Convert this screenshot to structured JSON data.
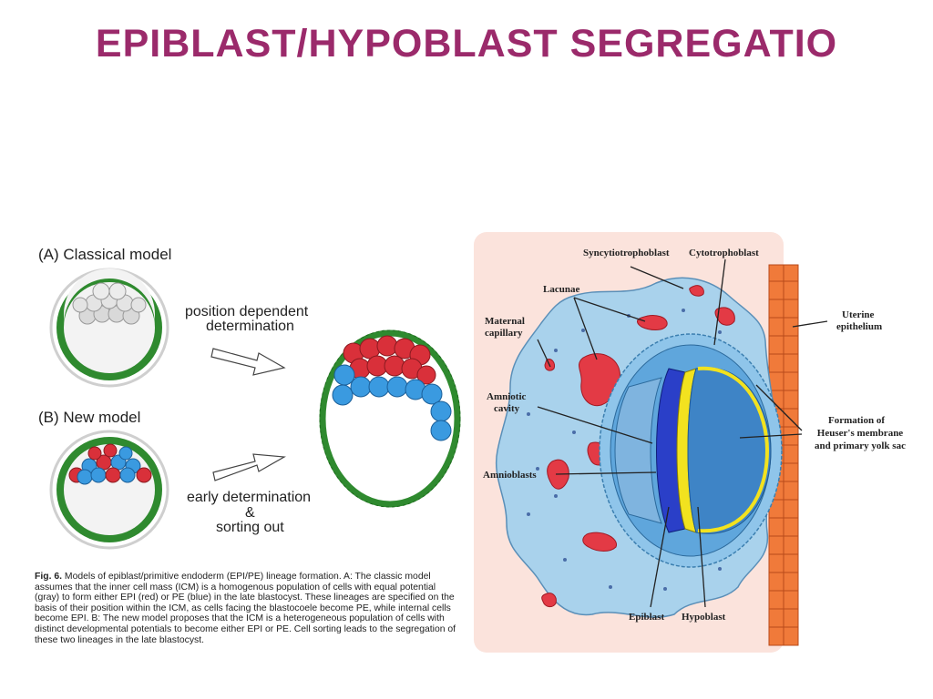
{
  "slide": {
    "title": "EPIBLAST/HYPOBLAST SEGREGATIO",
    "title_color": "#9b2a6b"
  },
  "left_figure": {
    "classical_label": "(A) Classical model",
    "new_label": "(B) New model",
    "position_dependent": "position dependent",
    "determination": "determination",
    "early_determination": "early determination",
    "ampersand": "&",
    "sorting_out": "sorting out",
    "caption_fig": "Fig. 6.",
    "caption_text": "Models of epiblast/primitive endoderm (EPI/PE) lineage formation. A: The classic model assumes that the inner cell mass (ICM) is a homogenous population of cells with equal potential (gray) to form either EPI (red) or PE (blue) in the late blastocyst. These lineages are specified on the basis of their position within the ICM, as cells facing the blastocoele become PE, while internal cells become EPI. B: The new model proposes that the ICM is a heterogeneous population of cells with distinct developmental potentials to become either EPI or PE. Cell sorting leads to the segregation of these two lineages in the late blastocyst.",
    "colors": {
      "epi": "#d9303a",
      "pe": "#3a9ae0",
      "icm": "#d9d9d9",
      "trophectoderm": "#2f8a2f"
    }
  },
  "right_figure": {
    "labels": {
      "syncytiotrophoblast": "Syncytiotrophoblast",
      "cytotrophoblast": "Cytotrophoblast",
      "lacunae": "Lacunae",
      "maternal": "Maternal",
      "capillary": "capillary",
      "amniotic": "Amniotic",
      "cavity": "cavity",
      "amnioblasts": "Amnioblasts",
      "uterine": "Uterine",
      "epithelium": "epithelium",
      "formation_of": "Formation of",
      "heusers_membrane": "Heuser's membrane",
      "primary_yolk_sac": "and primary yolk sac",
      "epiblast": "Epiblast",
      "hypoblast": "Hypoblast"
    },
    "colors": {
      "background": "#fbe3dc",
      "syncytium": "#a9d2ec",
      "lacunae": "#e33a45",
      "epiblast": "#2a3fc8",
      "hypoblast": "#f2e21f",
      "uterine": "#f07a3a"
    }
  }
}
